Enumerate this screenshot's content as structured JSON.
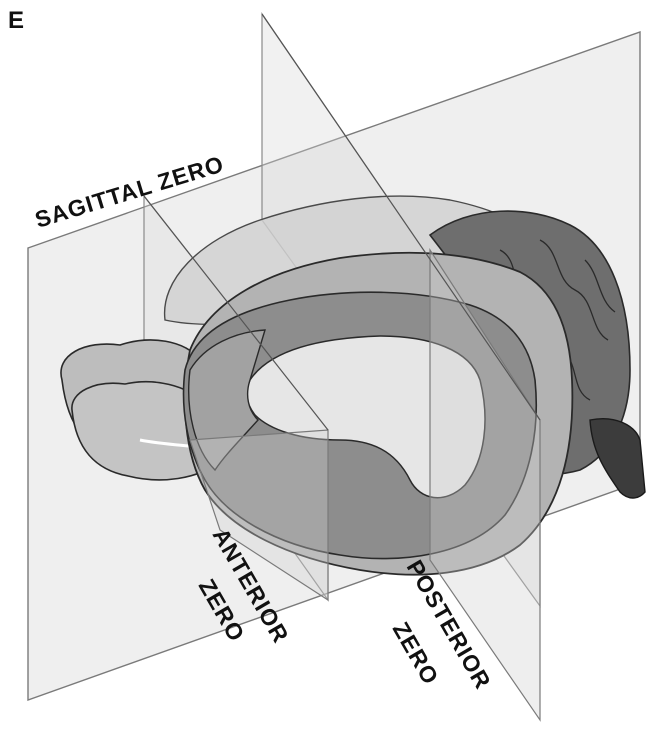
{
  "panel_letter": "E",
  "labels": {
    "sagittal": "SAGITTAL ZERO",
    "anterior_line1": "ANTERIOR",
    "anterior_line2": "ZERO",
    "posterior_line1": "POSTERIOR",
    "posterior_line2": "ZERO"
  },
  "colors": {
    "plane_fill": "#d9d9d9",
    "plane_edge": "#7a7a7a",
    "olfactory_bulb": "#b9b9b9",
    "cortex_light": "#c8c8c8",
    "cortex_mid": "#9d9d9d",
    "cortex_dark": "#7c7c7c",
    "cortex_inner": "#e4e4e4",
    "cerebellum": "#6e6e6e",
    "brainstem": "#3c3c3c",
    "outline": "#2a2a2a"
  }
}
